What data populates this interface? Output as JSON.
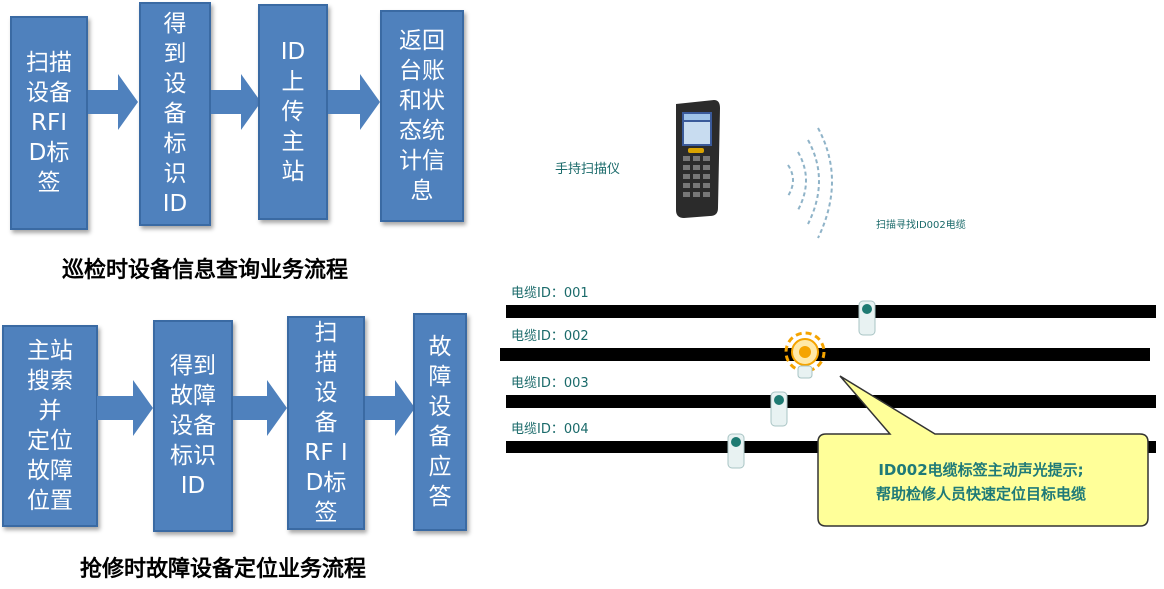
{
  "flow1": {
    "title": "巡检时设备信息查询业务流程",
    "steps": [
      "扫描\n设备\nRFI\nD标\n签",
      "得\n到\n设\n备\n标\n识\nID",
      "ID\n上\n传\n主\n站",
      "返回\n台账\n和状\n态统\n计信\n息"
    ]
  },
  "flow2": {
    "title": "抢修时故障设备定位业务流程",
    "steps": [
      "主站\n搜索\n并\n定位\n故障\n位置",
      "得到\n故障\n设备\n标识\nID",
      "扫\n描\n设\n备\nRF I\nD标\n签",
      "故\n障\n设\n备\n应\n答"
    ]
  },
  "scanner": {
    "label": "手持扫描仪",
    "search_label": "扫描寻找ID002电缆"
  },
  "cables": [
    {
      "label": "电缆ID：001"
    },
    {
      "label": "电缆ID：002"
    },
    {
      "label": "电缆ID：003"
    },
    {
      "label": "电缆ID：004"
    }
  ],
  "callout": {
    "line1": "ID002电缆标签主动声光提示;",
    "line2": "帮助检修人员快速定位目标电缆"
  },
  "colors": {
    "box": "#4f81bd",
    "callout_fill": "#ffff99",
    "accent": "#1f7a78",
    "beacon": "#f5a400"
  }
}
